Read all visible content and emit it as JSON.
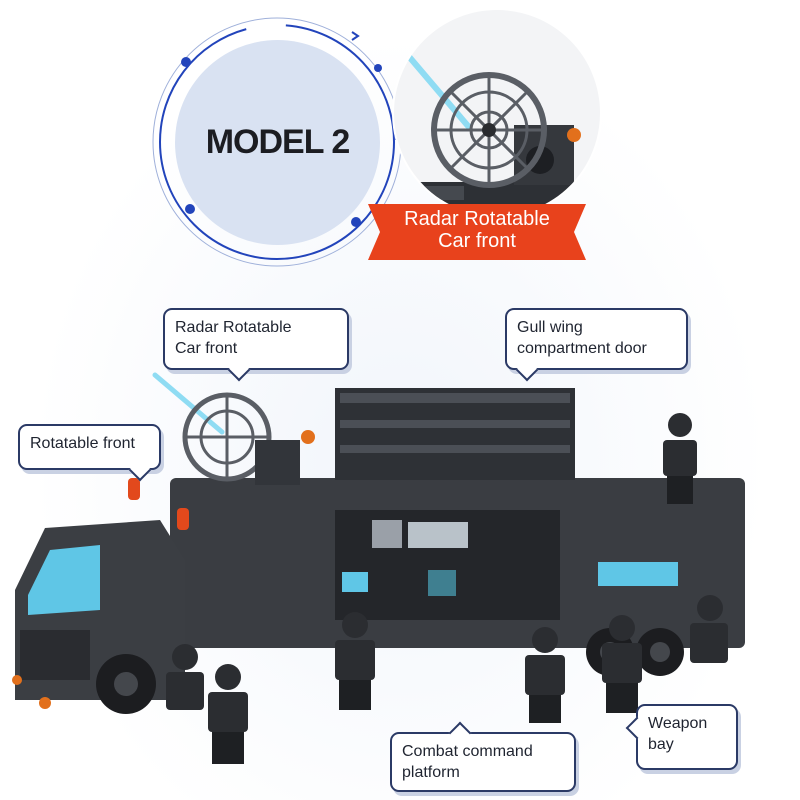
{
  "model": {
    "title": "MODEL 2"
  },
  "zoom_ribbon": {
    "line1": "Radar  Rotatable",
    "line2": "Car front"
  },
  "callouts": {
    "radar": {
      "line1": "Radar  Rotatable",
      "line2": "Car front"
    },
    "gull_wing": {
      "line1": "Gull wing",
      "line2": "compartment door"
    },
    "rotatable_front": {
      "line1": "Rotatable front"
    },
    "combat": {
      "line1": "Combat command",
      "line2": "platform"
    },
    "weapon": {
      "line1": "Weapon",
      "line2": "bay"
    }
  },
  "colors": {
    "ribbon": "#e8421c",
    "ring": "#2244bb",
    "callout_border": "#2b3a66",
    "truck_body": "#3a3d42",
    "glass": "#5fc6e6"
  },
  "icons": [
    "radar-dish-icon",
    "beacon-light-icon",
    "minifigure-icon"
  ]
}
